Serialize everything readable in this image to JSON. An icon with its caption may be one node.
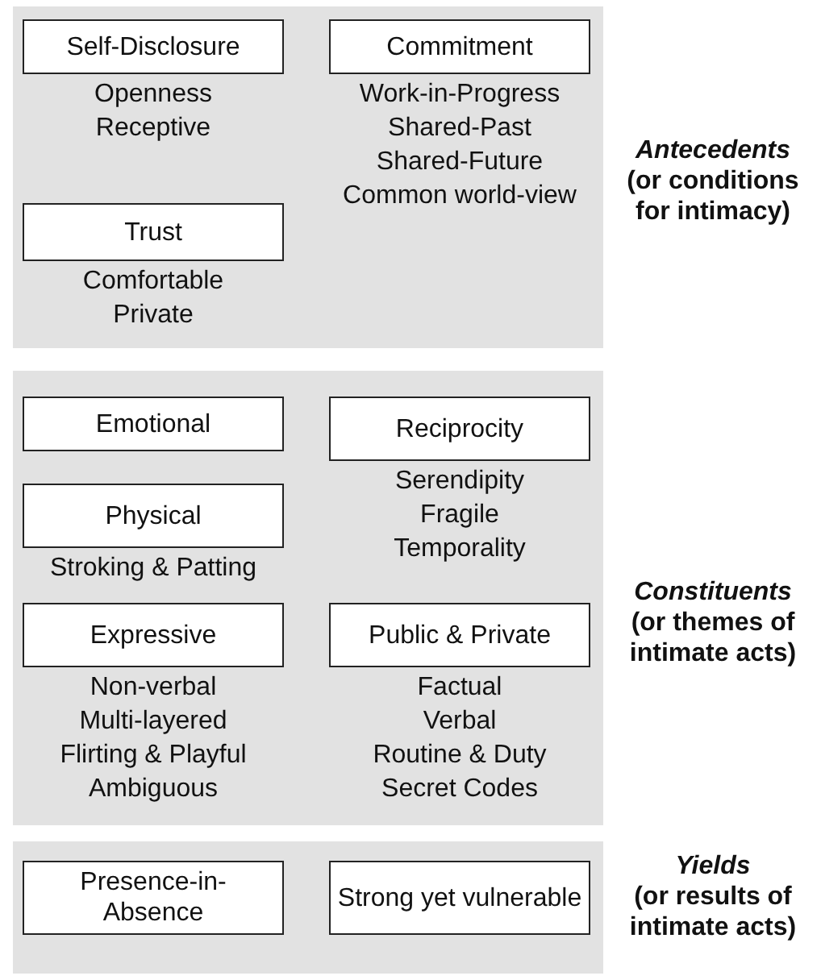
{
  "diagram": {
    "nodes": [
      {
        "text": [
          "Antecedents",
          "(or conditions for intimacy)"
        ]
      },
      {
        "text": [
          "Self-Disclosure"
        ],
        "in": 0,
        "beside": [
          "Openness",
          "Receptive"
        ]
      },
      {
        "text": [
          "Commitment"
        ],
        "in": 0,
        "beside": [
          "Work-in-Progress",
          "Shared-Past",
          "Shared-Future",
          "Common world-view"
        ]
      },
      {
        "text": [
          "Trust"
        ],
        "in": 0,
        "beside": [
          "Comfortable",
          "Private"
        ]
      },
      {
        "text": [
          "Constituents",
          "(or themes of intimate acts)"
        ]
      },
      {
        "text": [
          "Emotional"
        ],
        "in": 4
      },
      {
        "text": [
          "Reciprocity"
        ],
        "in": 4,
        "beside": [
          "Serendipity",
          "Fragile",
          "Temporality"
        ]
      },
      {
        "text": [
          "Physical"
        ],
        "in": 4,
        "beside": [
          "Stroking & Patting"
        ]
      },
      {
        "text": [
          "Expressive"
        ],
        "in": 4,
        "beside": [
          "Non-verbal",
          "Multi-layered",
          "Flirting & Playful",
          "Ambiguous"
        ]
      },
      {
        "text": [
          "Public & Private"
        ],
        "in": 4,
        "beside": [
          "Factual",
          "Verbal",
          "Routine & Duty",
          "Secret Codes"
        ]
      },
      {
        "text": [
          "Yields",
          "(or results of intimate acts)"
        ]
      },
      {
        "text": [
          "Presence-in-Absence"
        ],
        "in": 10
      },
      {
        "text": [
          "Strong yet vulnerable"
        ],
        "in": 10
      }
    ]
  }
}
